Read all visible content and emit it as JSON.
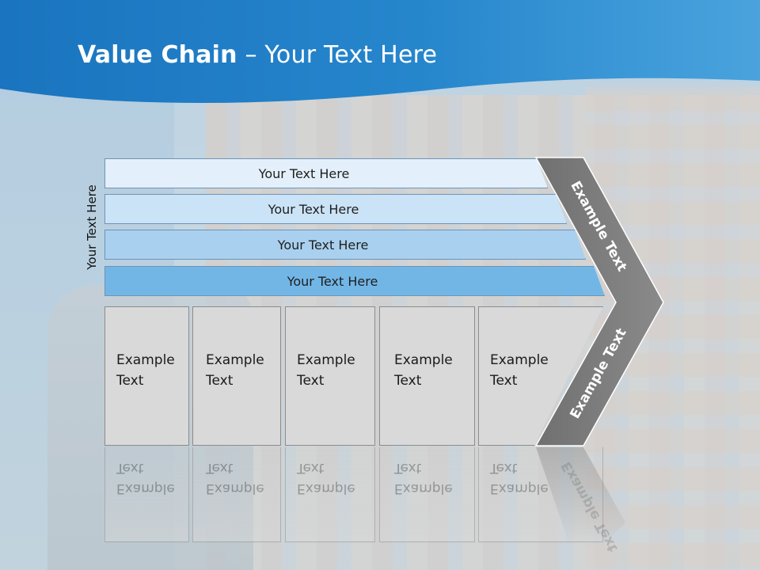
{
  "slide": {
    "title_bold": "Value Chain",
    "title_rest": " – Your Text Here",
    "side_label": "Your Text Here",
    "bars": [
      {
        "label": "Your Text Here",
        "color": "#e3f0fb"
      },
      {
        "label": "Your Text Here",
        "color": "#cbe3f7"
      },
      {
        "label": "Your Text Here",
        "color": "#a9d0ee"
      },
      {
        "label": "Your Text Here",
        "color": "#72b6e6"
      }
    ],
    "boxes": [
      {
        "line1": "Example",
        "line2": "Text"
      },
      {
        "line1": "Example",
        "line2": "Text"
      },
      {
        "line1": "Example",
        "line2": "Text"
      },
      {
        "line1": "Example",
        "line2": "Text"
      },
      {
        "line1": "Example",
        "line2": "Text"
      }
    ],
    "chevron_top_text": "Example Text",
    "chevron_bottom_text": "Example Text"
  },
  "colors": {
    "header_blue": "#1f80c8",
    "header_light": "#3e9ad8",
    "chevron_gray": "#7f7f7f",
    "box_gray": "#d9d9d9"
  }
}
